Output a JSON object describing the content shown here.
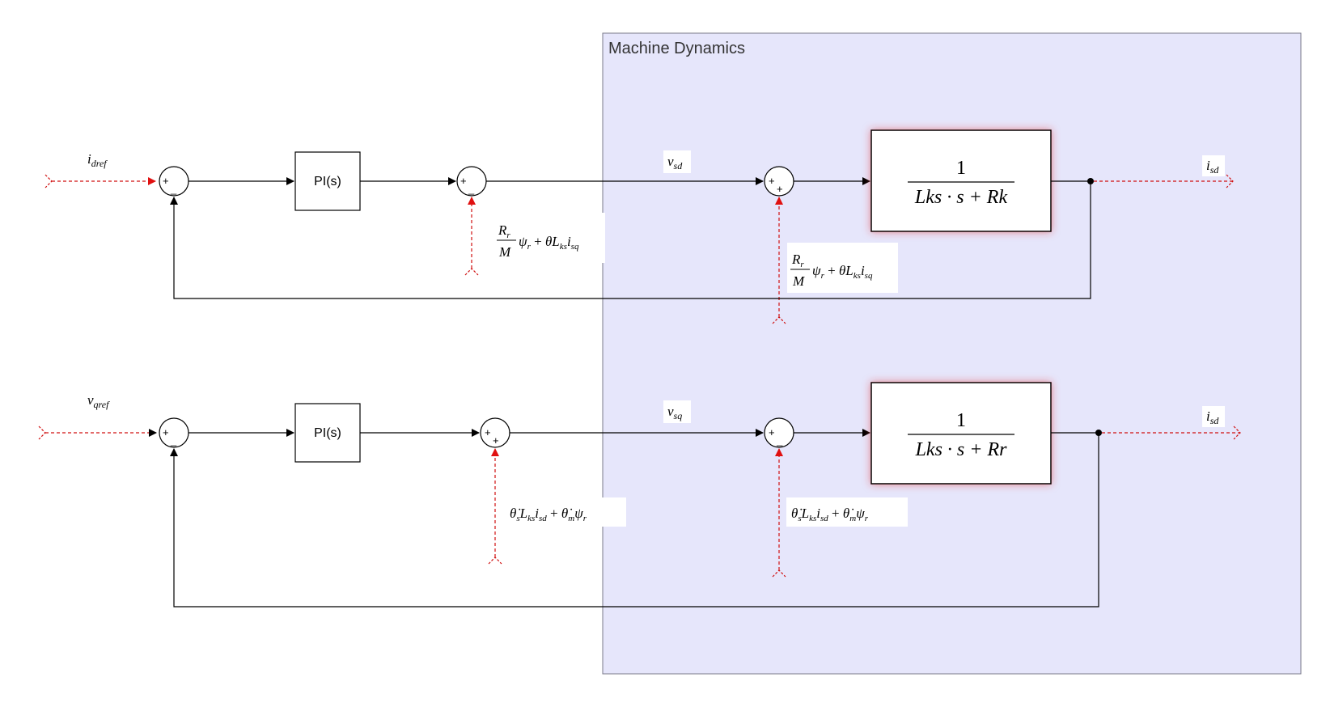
{
  "subsystem": {
    "title": "Machine Dynamics"
  },
  "loop_d": {
    "input": {
      "base": "i",
      "sub": "dref"
    },
    "controller": "PI(s)",
    "sum1": {
      "left": "+",
      "bottom": "_"
    },
    "sum2": {
      "left": "+",
      "bottom": "_"
    },
    "sum3": {
      "left": "+",
      "bottom": "+"
    },
    "feedforward_outer": {
      "num": "R",
      "num_sub": "r",
      "den": "M",
      "rest": "ψ",
      "rest_sub": "r",
      "plus": " + ",
      "theta": "θ̇",
      "L": "L",
      "L_sub": "ks",
      "i": "i",
      "i_sub": "sq"
    },
    "feedforward_inner": {
      "num": "R",
      "num_sub": "r",
      "den": "M",
      "rest": "ψ",
      "rest_sub": "r",
      "plus": " + ",
      "theta": "θ̇",
      "L": "L",
      "L_sub": "ks",
      "i": "i",
      "i_sub": "sq"
    },
    "voltage_label": {
      "base": "v",
      "sub": "sd"
    },
    "transfer_fn": {
      "num": "1",
      "den": "Lks · s + Rk"
    },
    "output": {
      "base": "i",
      "sub": "sd"
    }
  },
  "loop_q": {
    "input": {
      "base": "v",
      "sub": "qref"
    },
    "controller": "PI(s)",
    "sum1": {
      "left": "+",
      "bottom": "_"
    },
    "sum2": {
      "left": "+",
      "bottom": "+"
    },
    "sum3": {
      "left": "+",
      "bottom": "_"
    },
    "feedforward_outer": {
      "t1": "θ̇",
      "t1_sub": "s",
      "L": "L",
      "L_sub": "ks",
      "i": "i",
      "i_sub": "sd",
      "plus": " + ",
      "t2": "θ̇",
      "t2_sub": "m",
      "psi": "ψ",
      "psi_sub": "r"
    },
    "feedforward_inner": {
      "t1": "θ̇",
      "t1_sub": "s",
      "L": "L",
      "L_sub": "ks",
      "i": "i",
      "i_sub": "sd",
      "plus": " + ",
      "t2": "θ̇",
      "t2_sub": "m",
      "psi": "ψ",
      "psi_sub": "r"
    },
    "voltage_label": {
      "base": "v",
      "sub": "sq"
    },
    "transfer_fn": {
      "num": "1",
      "den": "Lks · s + Rr"
    },
    "output": {
      "base": "i",
      "sub": "sd"
    }
  },
  "colors": {
    "subsystem_fill": "#e6e6fb",
    "subsystem_border": "#7a7a8a",
    "signal_red": "#d01010",
    "highlight_glow": "#e05050"
  }
}
